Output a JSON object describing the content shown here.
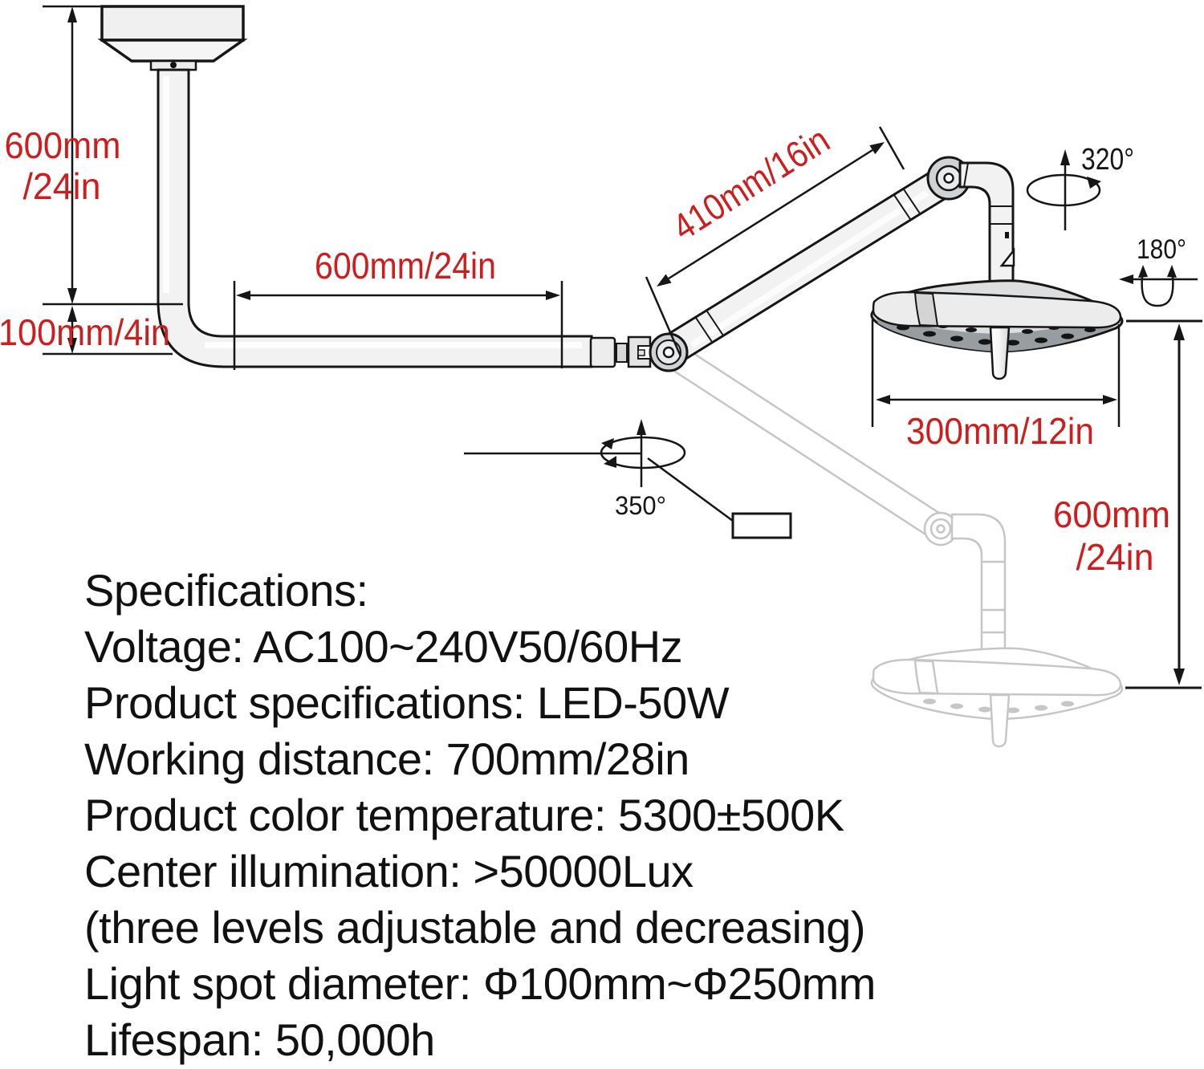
{
  "diagram": {
    "dimensions": {
      "ceiling_column_line1": "600mm",
      "ceiling_column_line2": "/24in",
      "elbow_offset": "100mm/4in",
      "horizontal_arm": "600mm/24in",
      "spring_arm": "410mm/16in",
      "head_diameter": "300mm/12in",
      "vertical_reach_line1": "600mm",
      "vertical_reach_line2": "/24in"
    },
    "rotations": {
      "column_swivel": "320°",
      "head_tilt": "180°",
      "arm_swivel": "350°"
    }
  },
  "specifications": {
    "title": "Specifications:",
    "lines": [
      "Voltage: AC100~240V50/60Hz",
      "Product specifications: LED-50W",
      "Working distance: 700mm/28in",
      "Product color temperature: 5300±500K",
      "Center illumination: >50000Lux",
      "(three levels adjustable and decreasing)",
      "Light spot diameter: Φ100mm~Φ250mm",
      "Lifespan: 50,000h"
    ]
  },
  "colors": {
    "dimension_red": "#cf1d1d",
    "line_black": "#161616",
    "ghost_gray": "#c6c6c6"
  }
}
